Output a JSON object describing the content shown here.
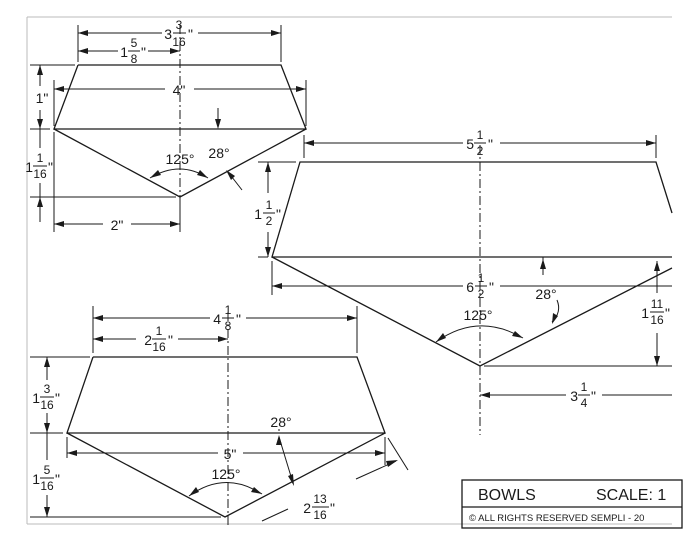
{
  "title_block": {
    "name": "BOWLS",
    "scale": "SCALE: 1",
    "copyright": "© ALL RIGHTS RESERVED SEMPLI - 20"
  },
  "bowl_1": {
    "top_width": {
      "whole": "3",
      "num": "3",
      "den": "16",
      "unit": "\""
    },
    "half_top": {
      "whole": "1",
      "num": "5",
      "den": "8",
      "unit": "\""
    },
    "rim_width": "4\"",
    "rim_height": "1\"",
    "depth": {
      "whole": "1",
      "num": "1",
      "den": "16",
      "unit": "\""
    },
    "half_rim": "2\"",
    "included_angle": "125°",
    "wall_angle": "28°"
  },
  "bowl_2": {
    "top_width": {
      "whole": "5",
      "num": "1",
      "den": "2",
      "unit": "\""
    },
    "rim_height": {
      "whole": "1",
      "num": "1",
      "den": "2",
      "unit": "\""
    },
    "rim_width": {
      "whole": "6",
      "num": "1",
      "den": "2",
      "unit": "\""
    },
    "wall_angle": "28°",
    "included_angle": "125°",
    "depth": {
      "whole": "1",
      "num": "11",
      "den": "16",
      "unit": "\""
    },
    "half_rim": {
      "whole": "3",
      "num": "1",
      "den": "4",
      "unit": "\""
    }
  },
  "bowl_3": {
    "top_width": {
      "whole": "4",
      "num": "1",
      "den": "8",
      "unit": "\""
    },
    "half_top": {
      "whole": "2",
      "num": "1",
      "den": "16",
      "unit": "\""
    },
    "rim_height": {
      "whole": "1",
      "num": "3",
      "den": "16",
      "unit": "\""
    },
    "rim_width": "5\"",
    "wall_angle": "28°",
    "included_angle": "125°",
    "depth": {
      "whole": "1",
      "num": "5",
      "den": "16",
      "unit": "\""
    },
    "slant": {
      "whole": "2",
      "num": "13",
      "den": "16",
      "unit": "\""
    }
  }
}
